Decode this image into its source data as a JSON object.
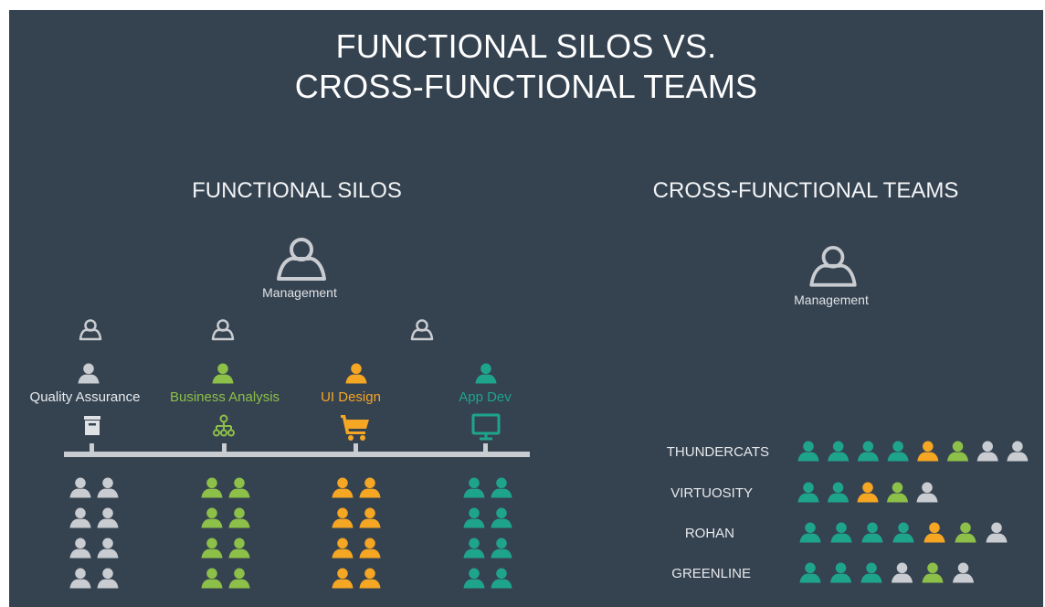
{
  "title": {
    "line1": "FUNCTIONAL SILOS VS.",
    "line2": "CROSS-FUNCTIONAL TEAMS"
  },
  "colors": {
    "background": "#354250",
    "gray": "#c9ccd0",
    "green": "#8dc048",
    "orange": "#f5a623",
    "teal": "#1fa48c",
    "bar": "#c9ccd0"
  },
  "silos": {
    "heading": "FUNCTIONAL SILOS",
    "management_label": "Management",
    "departments": [
      {
        "label": "Quality Assurance",
        "color": "gray",
        "icon": "archive-box-icon",
        "members": 8
      },
      {
        "label": "Business Analysis",
        "color": "green",
        "icon": "hierarchy-icon",
        "members": 8
      },
      {
        "label": "UI Design",
        "color": "orange",
        "icon": "shopping-cart-icon",
        "members": 8
      },
      {
        "label": "App Dev",
        "color": "teal",
        "icon": "monitor-icon",
        "members": 8
      }
    ]
  },
  "cross": {
    "heading": "CROSS-FUNCTIONAL TEAMS",
    "management_label": "Management",
    "teams": [
      {
        "name": "THUNDERCATS",
        "members": [
          "teal",
          "teal",
          "teal",
          "teal",
          "orange",
          "green",
          "gray",
          "gray"
        ]
      },
      {
        "name": "VIRTUOSITY",
        "members": [
          "teal",
          "teal",
          "orange",
          "green",
          "gray"
        ]
      },
      {
        "name": "ROHAN",
        "members": [
          "teal",
          "teal",
          "teal",
          "teal",
          "orange",
          "green",
          "gray"
        ]
      },
      {
        "name": "GREENLINE",
        "members": [
          "teal",
          "teal",
          "teal",
          "gray",
          "green",
          "gray"
        ]
      }
    ]
  }
}
